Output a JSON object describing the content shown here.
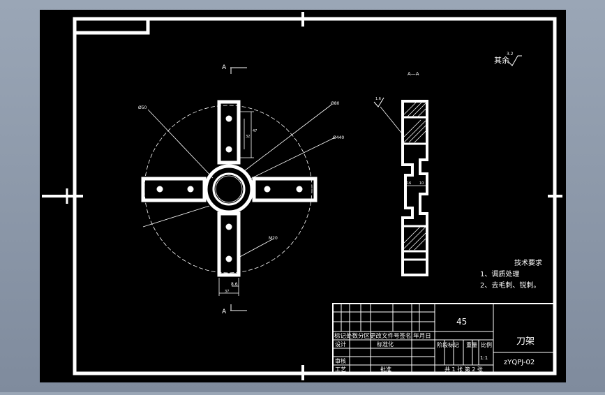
{
  "drawing": {
    "surface_finish": "其余",
    "surface_finish_value": "3.2",
    "section_marker_top": "A",
    "section_marker_bottom": "A",
    "section_view_label": "A—A",
    "dims": {
      "outer_dia": "Ø50",
      "bore_dia": "Ø80",
      "pcd_dia": "Ø440",
      "hole_dia": "M20",
      "len_47": "47",
      "len_32": "32",
      "width_37": "37",
      "width_8": "8.6",
      "side_roughness": "1.6",
      "side_dim_16": "16",
      "side_dim_10": "10"
    },
    "tech_requirements": {
      "title": "技术要求",
      "item1": "1、调质处理",
      "item2": "2、去毛刺、锐刺。"
    }
  },
  "title_block": {
    "material": "45",
    "part_name": "刀架",
    "drawing_no": "zYQPJ-02",
    "row_headers": "标记处数分区更改文件号签名 年月日",
    "design": "设计",
    "standardize": "标准化",
    "review": "审核",
    "process": "工艺",
    "approve": "批准",
    "stage_mark": "阶段标记",
    "weight": "重量",
    "scale": "比例",
    "scale_value": "1:1",
    "sheets": "共 1 张  第 2 张"
  },
  "colors": {
    "background": "#000000",
    "lines": "#ffffff",
    "hatch": "#ffffff"
  }
}
